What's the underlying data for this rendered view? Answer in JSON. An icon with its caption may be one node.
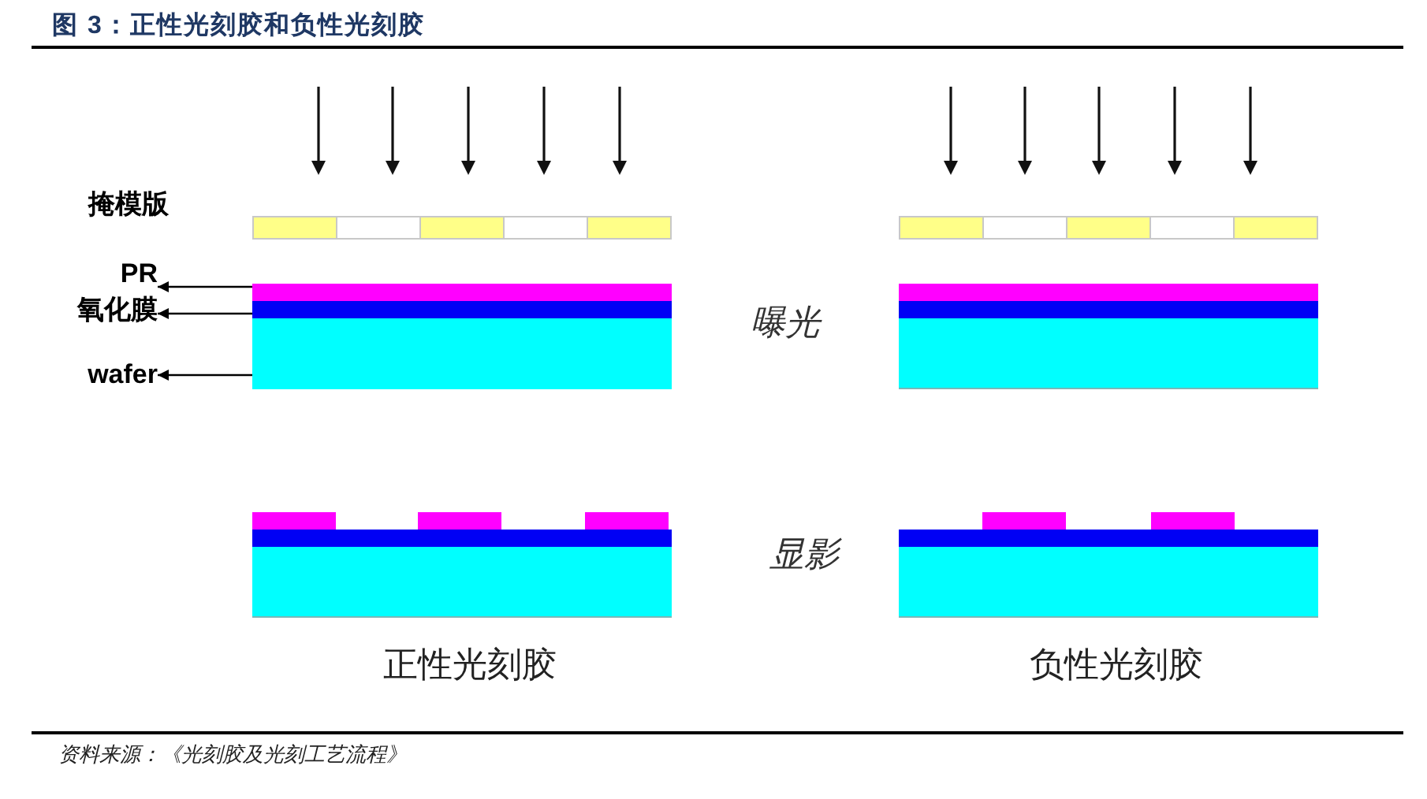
{
  "diagram": {
    "title": "图 3：正性光刻胶和负性光刻胶",
    "caption": "资料来源：《光刻胶及光刻工艺流程》",
    "nodes": [
      {
        "text": [
          "PR"
        ]
      },
      {
        "text": [
          "氧化膜"
        ]
      },
      {
        "text": [
          "wafer"
        ]
      },
      {
        "text": [],
        "shape": "bar"
      },
      {
        "text": [],
        "shape": "bar"
      },
      {
        "text": [],
        "shape": "bar"
      }
    ],
    "edges": [
      {
        "from": 3,
        "to": 0,
        "arrow": "to"
      },
      {
        "from": 4,
        "to": 1,
        "arrow": "to"
      },
      {
        "from": 5,
        "to": 2,
        "arrow": "to"
      }
    ],
    "labels": [
      "掩模版",
      "曝光",
      "显影",
      "正性光刻胶",
      "负性光刻胶"
    ]
  }
}
